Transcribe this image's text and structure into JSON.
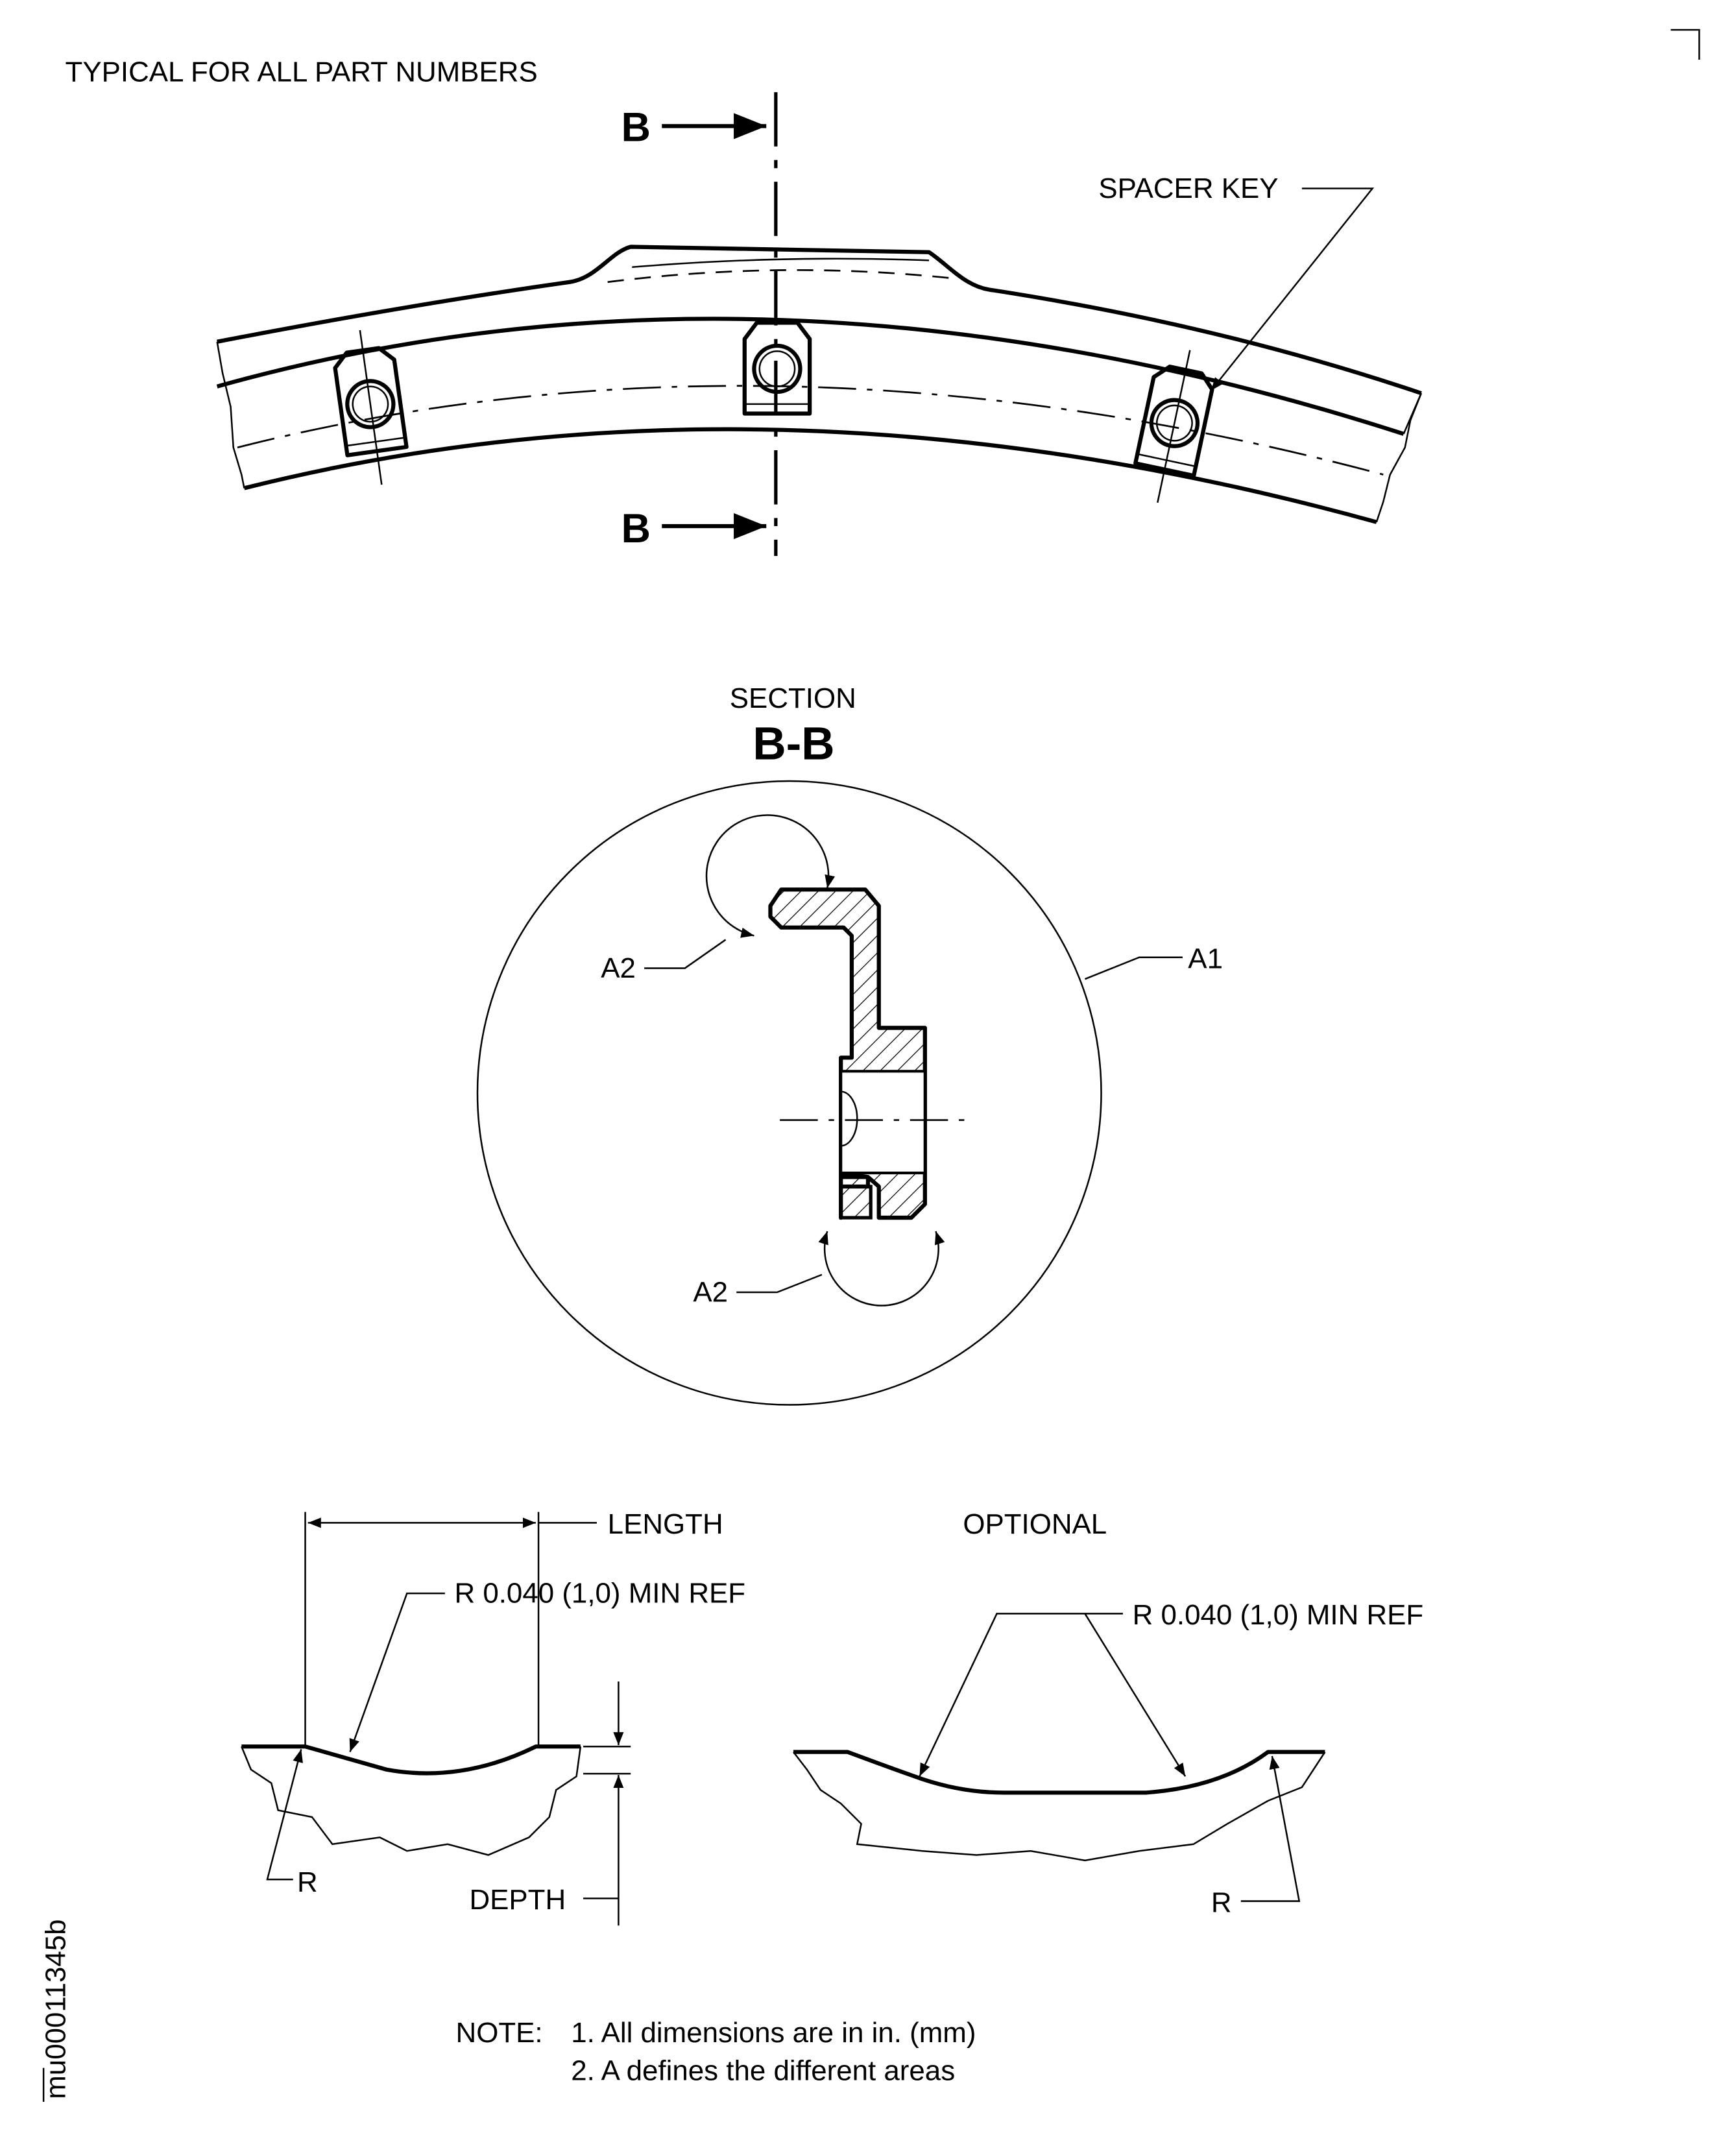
{
  "header": {
    "title": "TYPICAL FOR ALL PART NUMBERS"
  },
  "top_view": {
    "section_marker": "B",
    "spacer_key_label": "SPACER KEY"
  },
  "section_view": {
    "heading": "SECTION",
    "name": "B-B",
    "area_label_1": "A1",
    "area_label_2": "A2"
  },
  "detail_left": {
    "length_label": "LENGTH",
    "radius_label": "R 0.040 (1,0) MIN REF",
    "depth_label": "DEPTH",
    "r_label": "R"
  },
  "detail_right": {
    "title": "OPTIONAL",
    "radius_label": "R 0.040 (1,0) MIN REF",
    "r_label": "R"
  },
  "notes": {
    "prefix": "NOTE:",
    "items": [
      "1. All dimensions are in in. (mm)",
      "2. A defines the different areas"
    ]
  },
  "figure_id": "mu00011345b"
}
